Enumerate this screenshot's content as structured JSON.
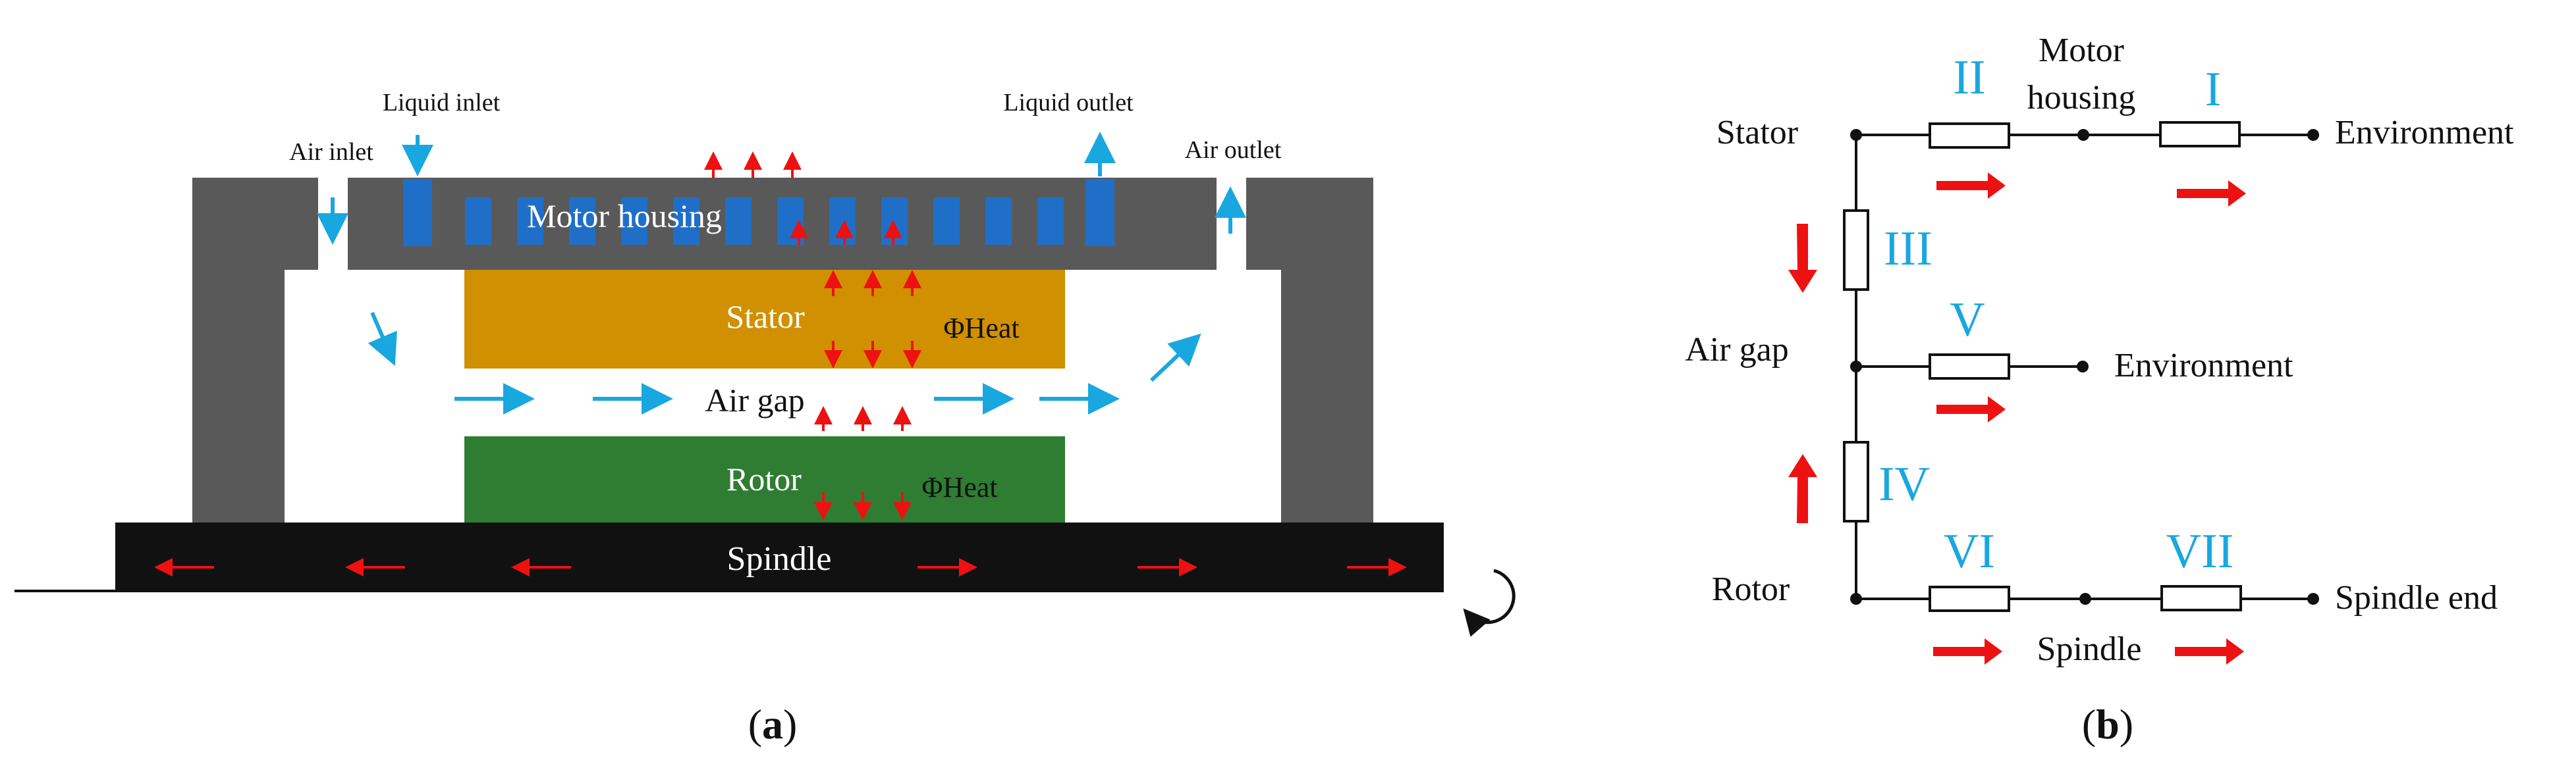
{
  "panel_a": {
    "labels": {
      "liquid_inlet": "Liquid inlet",
      "air_inlet": "Air inlet",
      "liquid_outlet": "Liquid outlet",
      "air_outlet": "Air outlet",
      "motor_housing": "Motor housing",
      "stator": "Stator",
      "heat_stator": "ΦHeat",
      "air_gap": "Air gap",
      "rotor": "Rotor",
      "heat_rotor": "ΦHeat",
      "spindle": "Spindle"
    },
    "caption_open": "(",
    "caption_letter": "a",
    "caption_close": ")"
  },
  "panel_b": {
    "labels": {
      "stator": "Stator",
      "motor_housing_line1": "Motor",
      "motor_housing_line2": "housing",
      "environment_top": "Environment",
      "air_gap": "Air gap",
      "environment_mid": "Environment",
      "rotor": "Rotor",
      "spindle": "Spindle",
      "spindle_end": "Spindle end"
    },
    "resistors": {
      "I": "I",
      "II": "II",
      "III": "III",
      "IV": "IV",
      "V": "V",
      "VI": "VI",
      "VII": "VII"
    },
    "caption_open": "(",
    "caption_letter": "b",
    "caption_close": ")"
  },
  "colors": {
    "housing": "#595959",
    "stator": "#D09000",
    "rotor": "#2E7D32",
    "spindle": "#111111",
    "coolant": "#1F6FC8",
    "air_flow": "#19A7E0",
    "heat_arrow": "#EE1111",
    "roman_numeral": "#19A7E0"
  }
}
